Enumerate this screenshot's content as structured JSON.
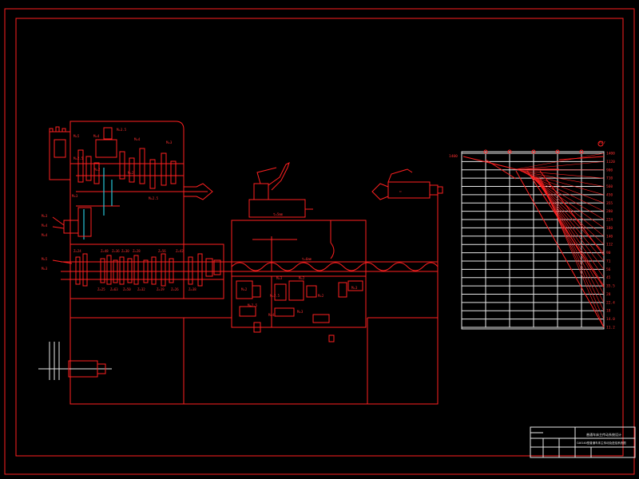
{
  "drawing": {
    "background": "#000000",
    "line_color": "#ff2020",
    "aux_color": "#e8e8e8",
    "shaft_color": "#27c6d8",
    "headstock": {
      "labels": [
        "M=5",
        "M=4",
        "M=3.5",
        "M=4",
        "M=3",
        "M=2.5",
        "M=2",
        "M=2",
        "M=2.5",
        "M=3",
        "M=3",
        "M=4",
        "M=4",
        "M=5",
        "M=3"
      ]
    },
    "feed_box": {
      "labels": [
        "Z=24",
        "Z=48",
        "Z=36",
        "Z=30",
        "Z=28",
        "Z=56",
        "Z=42",
        "Z=25",
        "Z=63",
        "Z=50",
        "Z=32",
        "Z=19",
        "Z=26",
        "Z=38"
      ]
    },
    "carriage": {
      "labels": [
        "M=2",
        "M=2.5",
        "M=3",
        "M=2",
        "M=2.5",
        "M=4",
        "M=3",
        "M=2",
        "M=3"
      ],
      "leadscrew_label": "t=6mm",
      "toolpost_label": "t=5mm"
    },
    "speed_chart": {
      "rpm_values": [
        "1400",
        "1120",
        "900",
        "710",
        "560",
        "450",
        "355",
        "280",
        "224",
        "180",
        "140",
        "112",
        "90",
        "71",
        "56",
        "45",
        "35.5",
        "28",
        "22.4",
        "18",
        "14.0",
        "11.2"
      ],
      "top_label": "n/r"
    },
    "title_block": {
      "title_line_1": "普通车床主传动系统设计",
      "title_line_2": "CA6140型普通车床主传动及进给系统图"
    }
  }
}
